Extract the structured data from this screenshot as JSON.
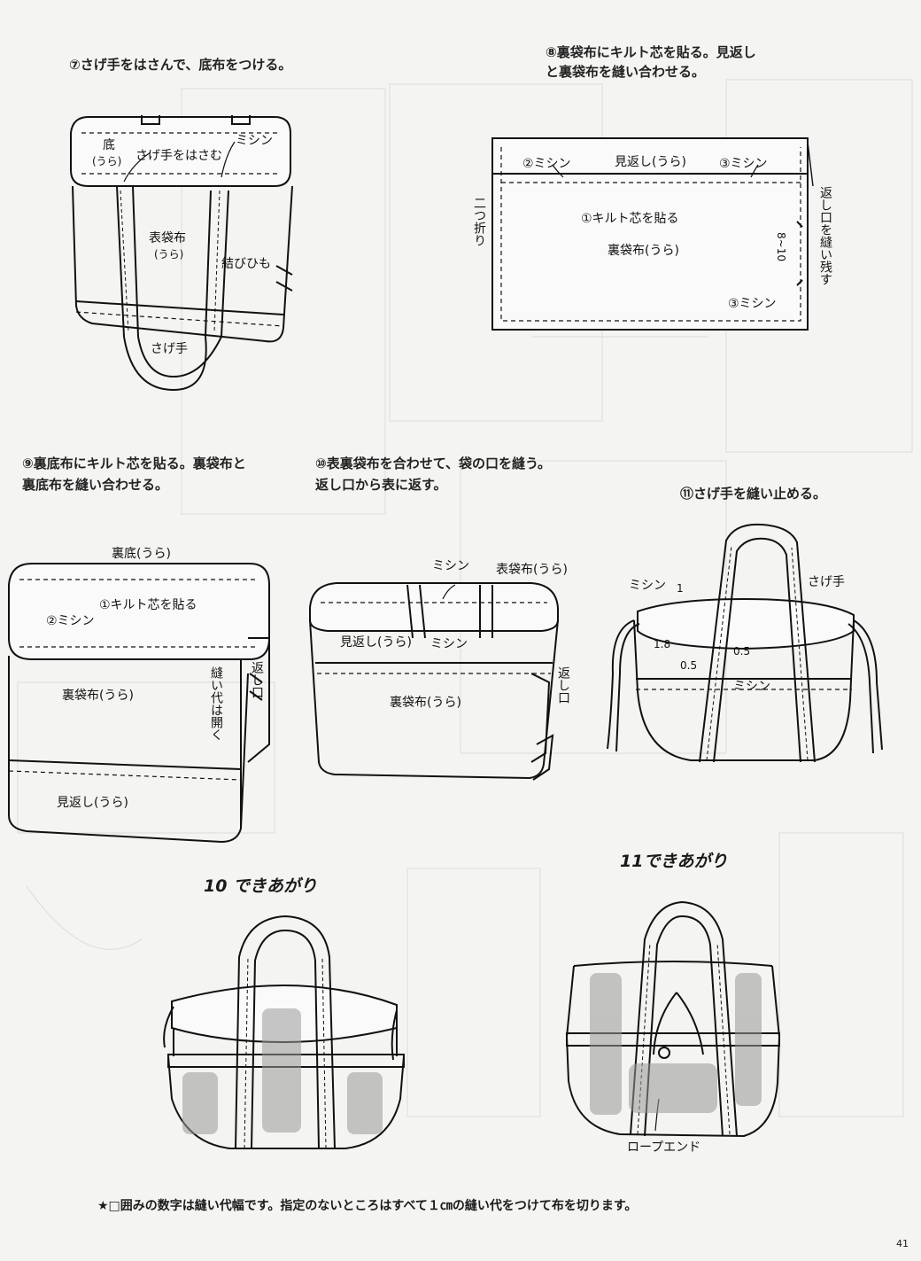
{
  "steps": {
    "s7": "⑦さげ手をはさんで、底布をつける。",
    "s8_l1": "⑧裏袋布にキルト芯を貼る。見返し",
    "s8_l2": "と裏袋布を縫い合わせる。",
    "s9_l1": "⑨裏底布にキルト芯を貼る。裏袋布と",
    "s9_l2": "裏底布を縫い合わせる。",
    "s10_l1": "⑩表裏袋布を合わせて、袋の口を縫う。",
    "s10_l2": "返し口から表に返す。",
    "s11": "⑪さげ手を縫い止める。"
  },
  "fig7": {
    "bottom": "底",
    "bottom_ura": "(うら)",
    "handle_insert": "さげ手をはさむ",
    "sewing": "ミシン",
    "outer_fabric": "表袋布",
    "outer_ura": "(うら)",
    "tie_cord": "結びひも",
    "handle": "さげ手"
  },
  "fig8": {
    "m2": "②ミシン",
    "facing": "見返し(うら)",
    "m3a": "③ミシン",
    "fold": "二つ折り",
    "quilt": "①キルト芯を貼る",
    "lining": "裏袋布(うら)",
    "dim": "8~10",
    "opening": "返し口を縫い残す",
    "m3b": "③ミシン"
  },
  "fig9": {
    "lining_bottom": "裏底(うら)",
    "quilt": "①キルト芯を貼る",
    "m2": "②ミシン",
    "lining": "裏袋布(うら)",
    "seam_open": "縫い代は開く",
    "opening": "返し口",
    "facing": "見返し(うら)"
  },
  "fig10": {
    "sewing": "ミシン",
    "outer": "表袋布(うら)",
    "facing": "見返し(うら)",
    "sewing2": "ミシン",
    "lining": "裏袋布(うら)",
    "opening": "返し口"
  },
  "fig11": {
    "handle": "さげ手",
    "sewing": "ミシン",
    "d1": "1",
    "d18": "1.8",
    "d05a": "0.5",
    "d05b": "0.5",
    "sewing2": "ミシン"
  },
  "done10": "10 できあがり",
  "done11": "11できあがり",
  "rope_end": "ロープエンド",
  "footnote": "★□囲みの数字は縫い代幅です。指定のないところはすべて１㎝の縫い代をつけて布を切ります。",
  "page_number": "41"
}
